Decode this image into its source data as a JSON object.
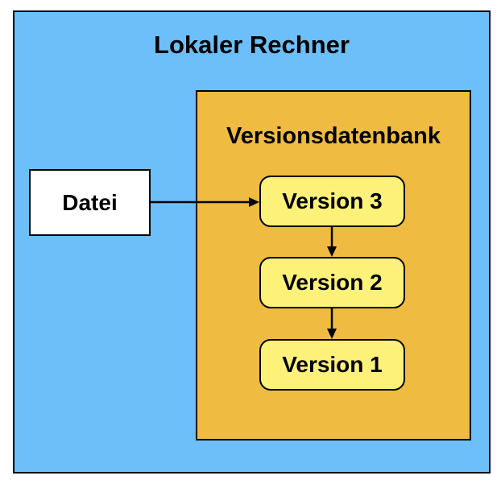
{
  "diagram": {
    "outer_title": "Lokaler Rechner",
    "repo_title": "Versionsdatenbank",
    "file_label": "Datei",
    "versions": [
      "Version 3",
      "Version 2",
      "Version 1"
    ],
    "colors": {
      "outer_fill": "#6dbff9",
      "repo_fill": "#efbb40",
      "version_fill": "#fdf17a",
      "file_fill": "#ffffff",
      "stroke": "#000000"
    }
  }
}
